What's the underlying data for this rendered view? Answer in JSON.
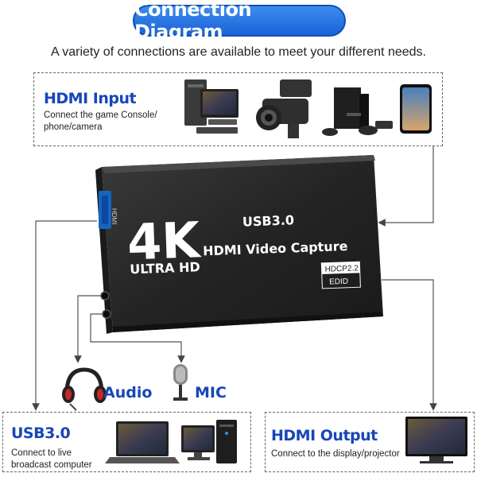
{
  "banner": {
    "title": "Connection Diagram"
  },
  "subtitle": "A variety of connections are available to meet your different needs.",
  "hdmi_input": {
    "title": "HDMI Input",
    "desc_line1": "Connect the game Console/",
    "desc_line2": "phone/camera"
  },
  "usb": {
    "title": "USB3.0",
    "desc_line1": "Connect to live",
    "desc_line2": "broadcast computer"
  },
  "hdmi_output": {
    "title": "HDMI Output",
    "desc": "Connect to the display/projector"
  },
  "device": {
    "logo_big": "4K",
    "logo_small": "ULTRA HD",
    "line1": "USB3.0",
    "line2": "HDMI Video Capture",
    "badge_top": "HDCP2.2",
    "badge_bottom": "EDID",
    "port_label": "HDMI"
  },
  "audio_label": "Audio",
  "mic_label": "MIC",
  "colors": {
    "accent": "#1746b8",
    "banner": "#1a63d6",
    "device": "#2b2b2b"
  }
}
